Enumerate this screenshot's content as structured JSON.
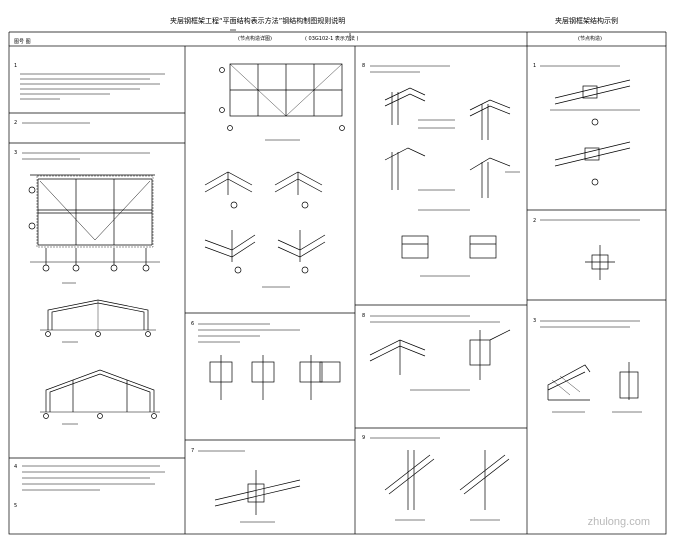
{
  "sheet": {
    "main_title": "夹层钢框架工程“平面结构表示方法”钢结构制图规则说明",
    "subtitle_left": "(节点构造详图)",
    "subtitle_right": "( 03G102-1 表示方法 )",
    "header_note": "图号  图",
    "right_title": "夹层钢框架结构示例",
    "right_subtitle": "(节点构造)",
    "watermark": "zhulong.com"
  },
  "sections": {
    "col1": [
      "1",
      "2",
      "3",
      "4",
      "5"
    ],
    "col2": [
      "6",
      "7"
    ],
    "col3": [
      "8",
      "9"
    ],
    "col4": [
      "1",
      "2",
      "3"
    ]
  },
  "colors": {
    "line": "#000000",
    "watermark": "#c8c8c8"
  }
}
